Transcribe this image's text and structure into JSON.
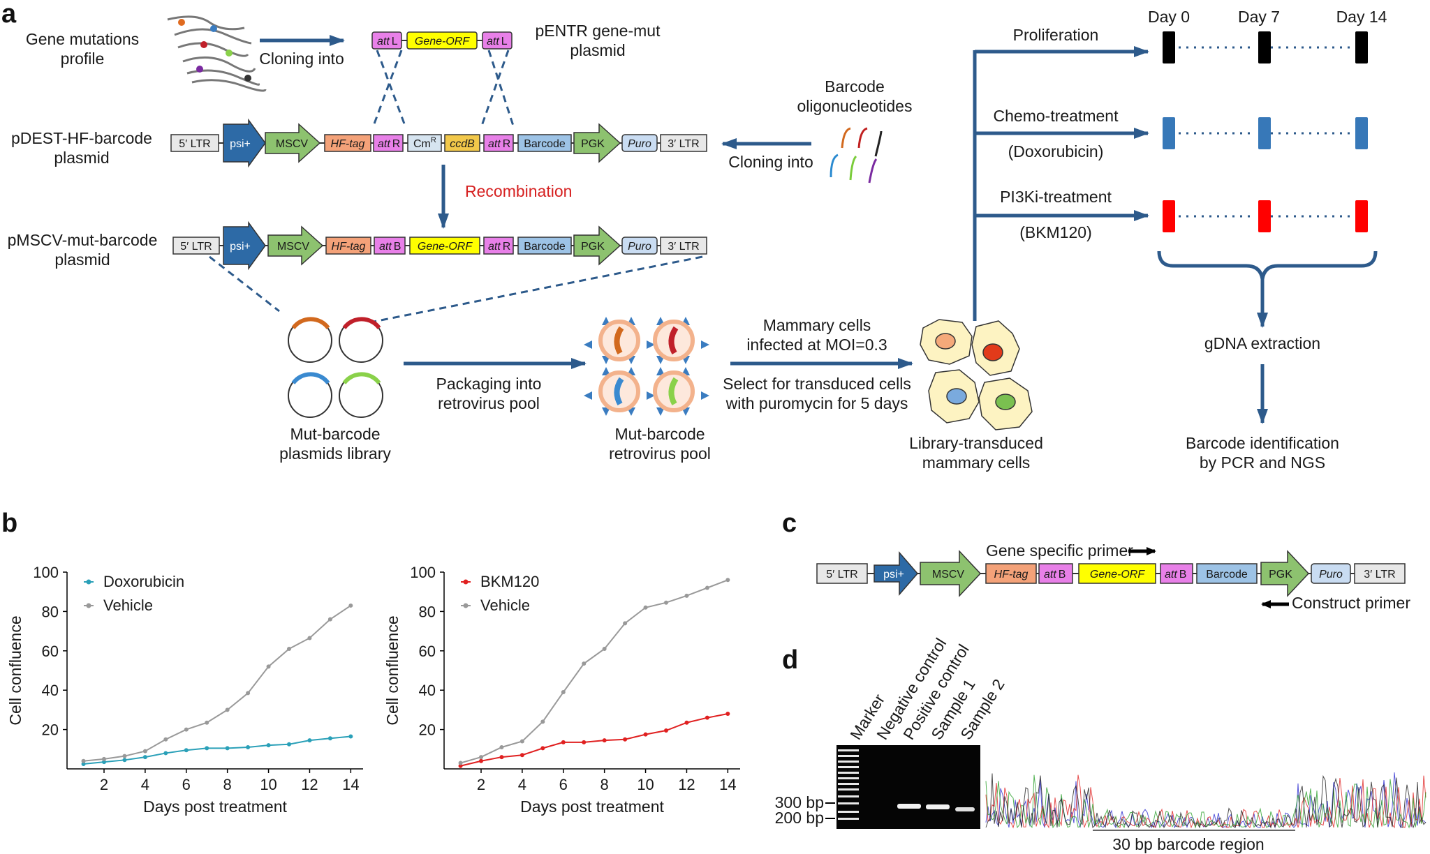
{
  "panels": {
    "a": "a",
    "b": "b",
    "c": "c",
    "d": "d"
  },
  "colors": {
    "arrow_blue": "#2d5a8b",
    "ltr": "#e8e8e8",
    "psi": "#2d6aa6",
    "mscv": "#8dc26f",
    "hftag": "#f4a279",
    "att": "#e880e8",
    "cm": "#d6e4f0",
    "ccdb": "#f2c84a",
    "gene_orf": "#ffff00",
    "barcode": "#9dc3e6",
    "pgk": "#8dc26f",
    "puro": "#c9dcf2",
    "doxorubicin": "#2aa0b8",
    "bkm120": "#e02020",
    "vehicle": "#999999",
    "prolif": "#000000",
    "chemo": "#3778b8",
    "pi3k": "#ff0000"
  },
  "a": {
    "gene_mutations": [
      "Gene mutations",
      "profile"
    ],
    "cloning_into_1": "Cloning into",
    "pentr": [
      "pENTR gene-mut",
      "plasmid"
    ],
    "pentr_parts": {
      "att": "att",
      "L": "L",
      "gene_orf": "Gene-ORF"
    },
    "pdest_label": [
      "pDEST-HF-barcode",
      "plasmid"
    ],
    "pmscv_label": [
      "pMSCV-mut-barcode",
      "plasmid"
    ],
    "construct_parts": {
      "ltr5": "5′ LTR",
      "psi": "psi+",
      "mscv": "MSCV",
      "hftag": "HF-tag",
      "att": "att",
      "R": "R",
      "B": "B",
      "cm": "Cm",
      "cm_sup": "R",
      "ccdb": "ccdB",
      "gene_orf": "Gene-ORF",
      "barcode": "Barcode",
      "pgk": "PGK",
      "puro": "Puro",
      "ltr3": "3′ LTR"
    },
    "recombination": "Recombination",
    "barcode_oligos": [
      "Barcode",
      "oligonucleotides"
    ],
    "cloning_into_2": "Cloning into",
    "plasmids_library": [
      "Mut-barcode",
      "plasmids library"
    ],
    "packaging": [
      "Packaging into",
      "retrovirus pool"
    ],
    "retrovirus_pool": [
      "Mut-barcode",
      "retrovirus pool"
    ],
    "infected": [
      "Mammary cells",
      "infected at MOI=0.3"
    ],
    "select": [
      "Select for transduced cells",
      "with puromycin for 5 days"
    ],
    "transduced": [
      "Library-transduced",
      "mammary cells"
    ],
    "proliferation": "Proliferation",
    "chemo": [
      "Chemo-treatment",
      "(Doxorubicin)"
    ],
    "pi3k": [
      "PI3Ki-treatment",
      "(BKM120)"
    ],
    "days": [
      "Day 0",
      "Day 7",
      "Day 14"
    ],
    "gdna": "gDNA extraction",
    "barcode_id": [
      "Barcode identification",
      "by PCR and NGS"
    ]
  },
  "chart_data": [
    {
      "type": "line",
      "xlabel": "Days post treatment",
      "ylabel": "Cell confluence",
      "x": [
        1,
        2,
        3,
        4,
        5,
        6,
        7,
        8,
        9,
        10,
        11,
        12,
        13,
        14
      ],
      "xticks": [
        2,
        4,
        6,
        8,
        10,
        12,
        14
      ],
      "yticks": [
        20,
        40,
        60,
        80,
        100
      ],
      "xlim": [
        0.2,
        14.6
      ],
      "ylim": [
        0,
        100
      ],
      "legend": "top-left",
      "series": [
        {
          "name": "Doxorubicin",
          "color": "#2aa0b8",
          "values": [
            2.5,
            3.5,
            4.5,
            6,
            8,
            9.5,
            10.5,
            10.5,
            11,
            12,
            12.5,
            14.5,
            15.5,
            16.5
          ]
        },
        {
          "name": "Vehicle",
          "color": "#999999",
          "values": [
            4,
            5,
            6.5,
            9,
            15,
            20,
            23.5,
            30,
            38.5,
            52,
            61,
            66.5,
            76,
            83
          ]
        }
      ]
    },
    {
      "type": "line",
      "xlabel": "Days post treatment",
      "ylabel": "Cell confluence",
      "x": [
        1,
        2,
        3,
        4,
        5,
        6,
        7,
        8,
        9,
        10,
        11,
        12,
        13,
        14
      ],
      "xticks": [
        2,
        4,
        6,
        8,
        10,
        12,
        14
      ],
      "yticks": [
        20,
        40,
        60,
        80,
        100
      ],
      "xlim": [
        0.2,
        14.6
      ],
      "ylim": [
        0,
        100
      ],
      "legend": "top-left",
      "series": [
        {
          "name": "BKM120",
          "color": "#e02020",
          "values": [
            1.5,
            4,
            6,
            7,
            10.5,
            13.5,
            13.5,
            14.5,
            15,
            17.5,
            19.5,
            23.5,
            26,
            28
          ]
        },
        {
          "name": "Vehicle",
          "color": "#999999",
          "values": [
            3,
            6,
            11,
            14,
            24,
            39,
            53.5,
            61,
            74,
            82,
            84.5,
            88,
            92,
            96
          ]
        }
      ]
    }
  ],
  "c": {
    "gene_specific_primer": "Gene specific primer",
    "construct_primer": "Construct primer",
    "parts": {
      "ltr5": "5′ LTR",
      "psi": "psi+",
      "mscv": "MSCV",
      "hftag": "HF-tag",
      "att": "att",
      "B": "B",
      "gene_orf": "Gene-ORF",
      "barcode": "Barcode",
      "pgk": "PGK",
      "puro": "Puro",
      "ltr3": "3′ LTR"
    }
  },
  "d": {
    "lanes": [
      "Marker",
      "Negative control",
      "Positive control",
      "Sample 1",
      "Sample 2"
    ],
    "bp300": "300 bp",
    "bp200": "200 bp",
    "barcode_region": "30 bp barcode region"
  }
}
